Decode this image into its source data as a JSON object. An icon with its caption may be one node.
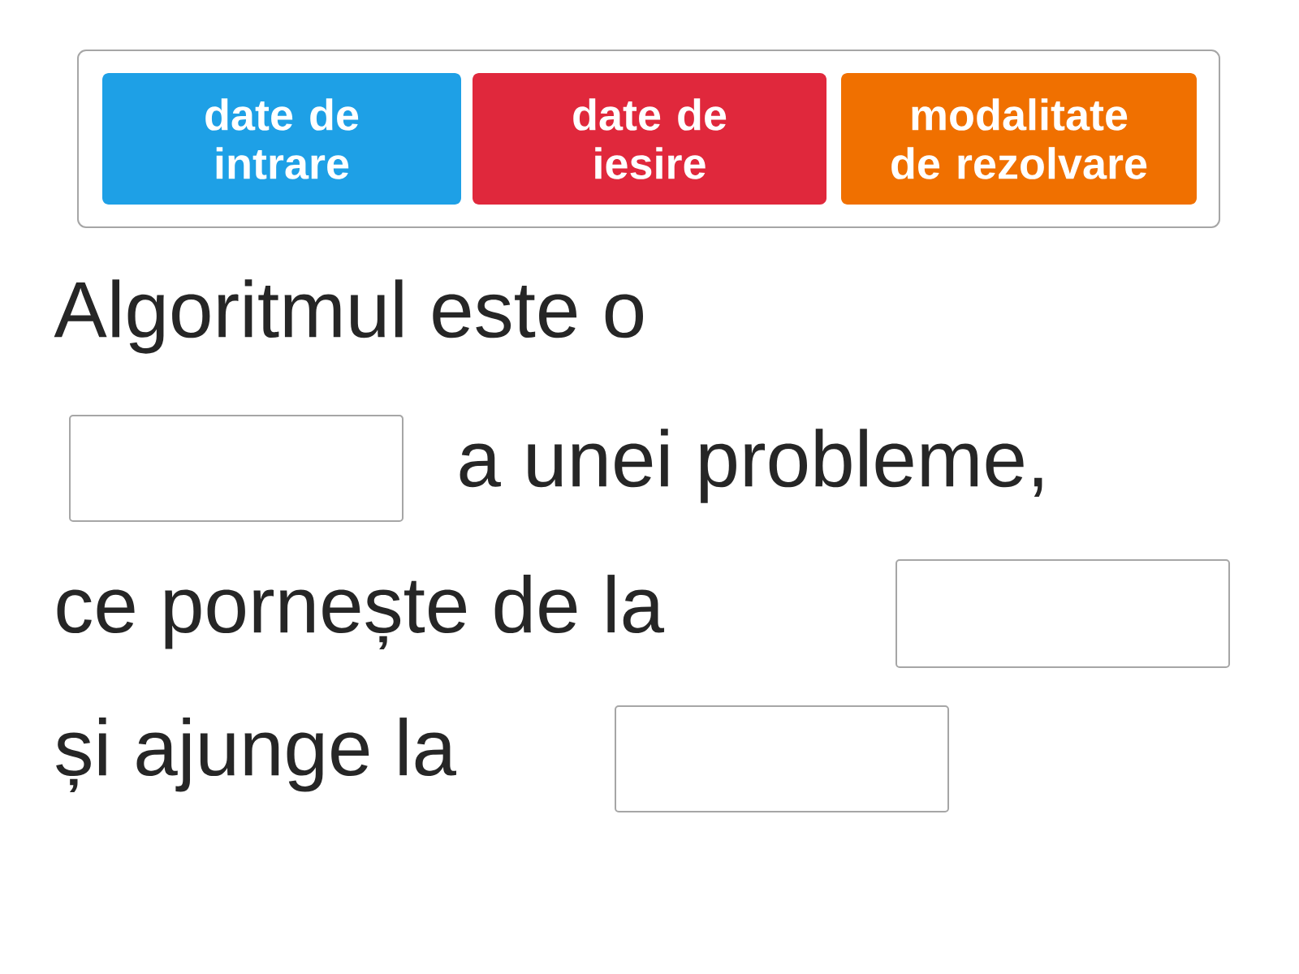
{
  "diagram": {
    "nodes": [
      {
        "text": [],
        "shape": "box"
      },
      {
        "text": [
          "date de intrare"
        ],
        "in": 0
      },
      {
        "text": [
          "date de iesire"
        ],
        "in": 0
      },
      {
        "text": [
          "modalitate de rezolvare"
        ],
        "in": 0
      },
      {
        "text": [],
        "shape": "box"
      },
      {
        "text": [],
        "shape": "box"
      },
      {
        "text": [],
        "shape": "box"
      }
    ],
    "labels": [
      "Algoritmul este o",
      "a unei probleme,",
      "ce pornește de la",
      "și ajunge la"
    ]
  }
}
